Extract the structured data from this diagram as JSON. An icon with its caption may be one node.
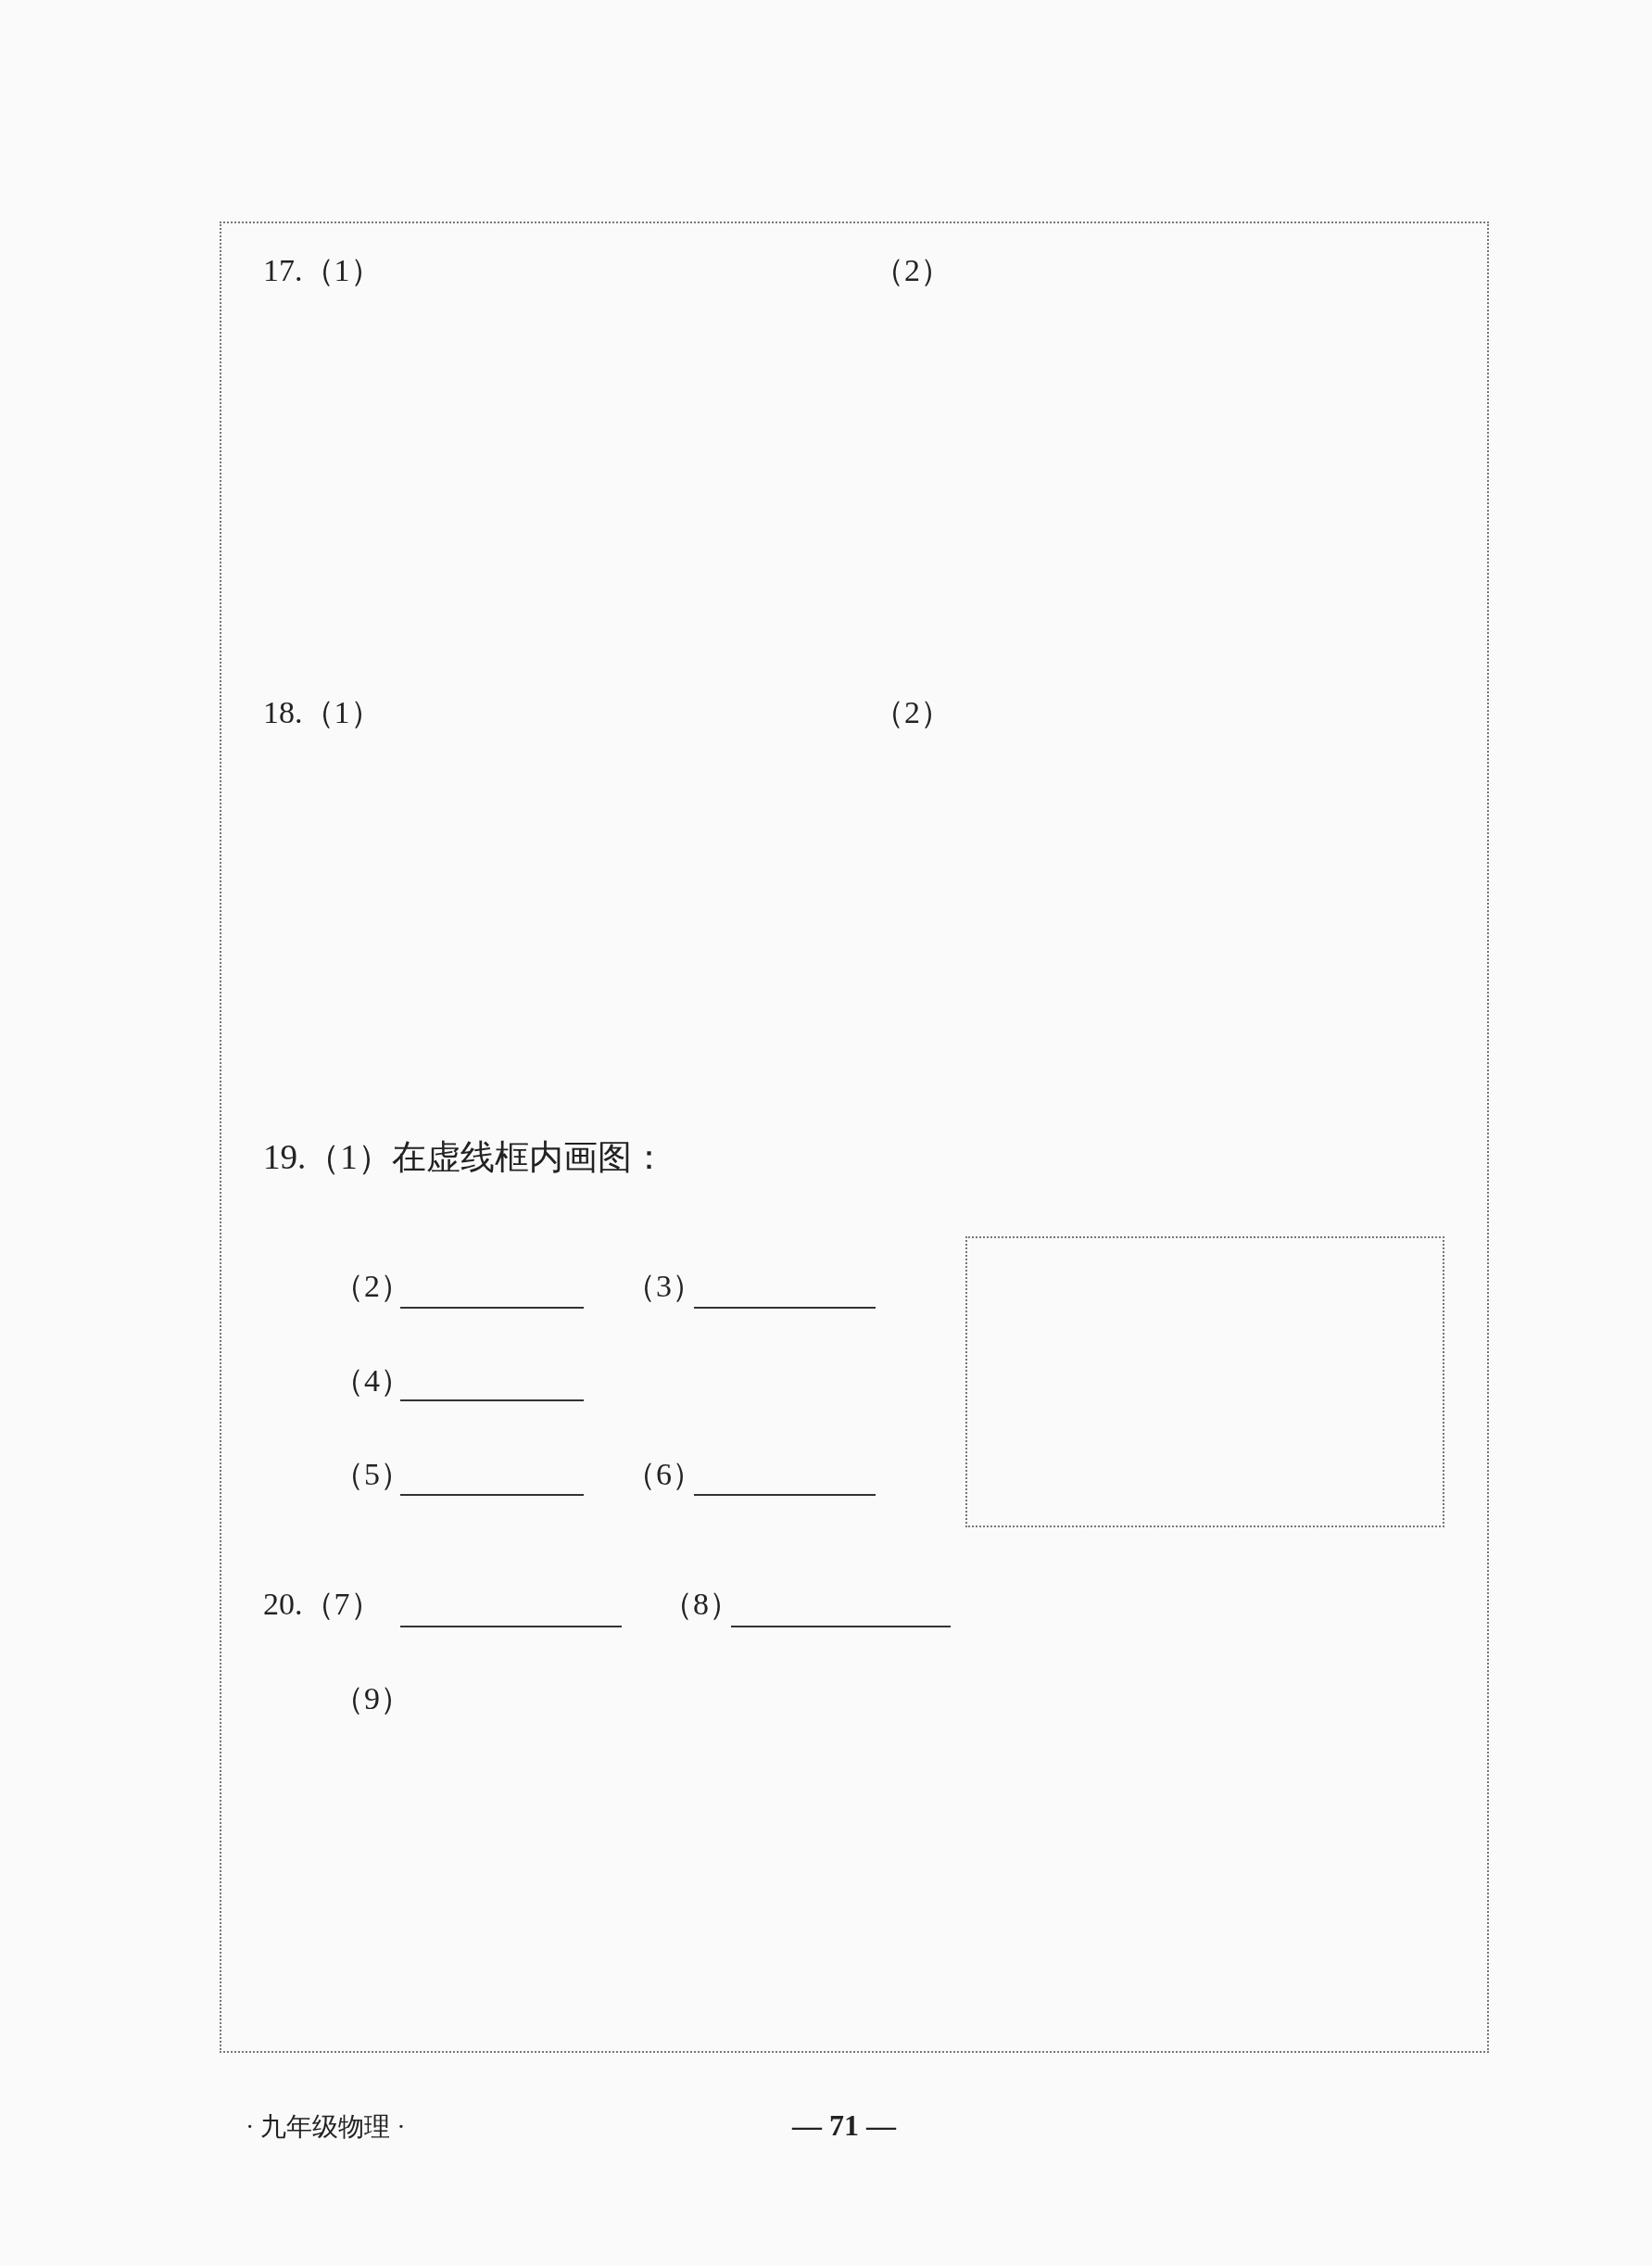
{
  "diagram": {
    "nodes": [
      {
        "text": [],
        "shape": "box"
      },
      {
        "text": [],
        "shape": "box",
        "in": 0
      }
    ],
    "labels": [
      "17.（1）",
      "（2）",
      "18.（1）",
      "（2）",
      "19.（1）在虚线框内画图：",
      "（2）",
      "（3）",
      "（4）",
      "（5）",
      "（6）",
      "20.（7）",
      "（8）",
      "（9）",
      "· 九年级物理 ·",
      "— 71 —"
    ]
  }
}
